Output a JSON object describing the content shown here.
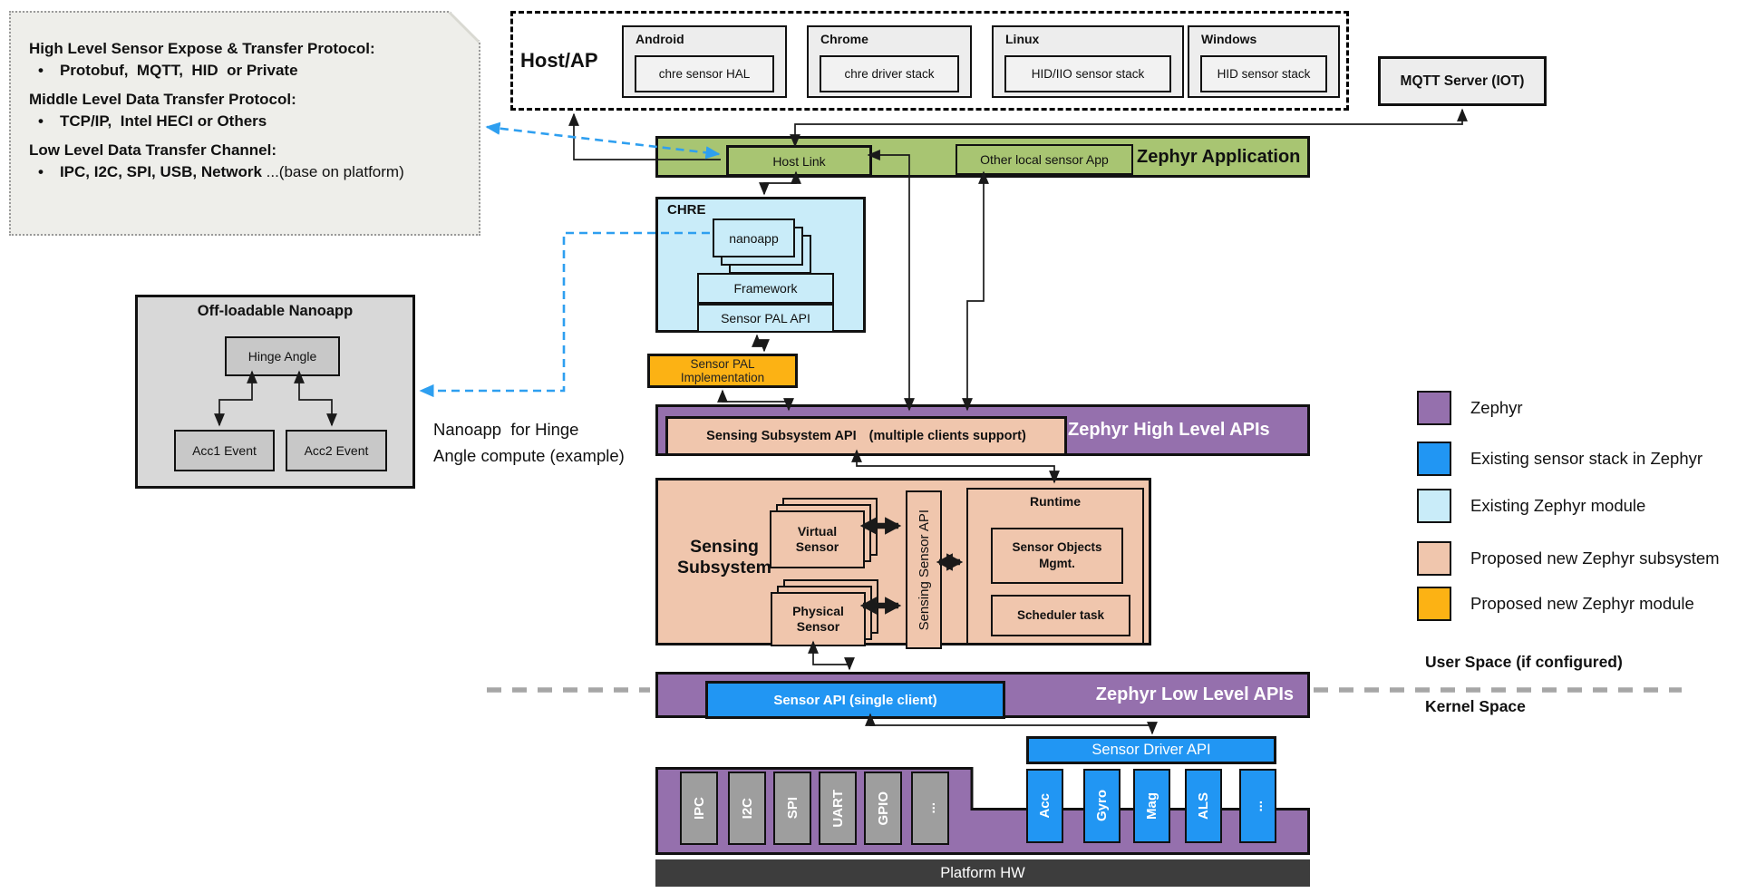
{
  "note": {
    "items": [
      {
        "title": "High Level Sensor Expose & Transfer Protocol:",
        "bullet": "Protobuf,  MQTT,  HID  or Private",
        "suffix": ""
      },
      {
        "title": "Middle Level Data Transfer Protocol:",
        "bullet": "TCP/IP,  Intel HECI or Others",
        "suffix": ""
      },
      {
        "title": "Low  Level Data Transfer Channel:",
        "bullet": "IPC, I2C, SPI, USB, Network",
        "suffix": " ...(base on platform)"
      }
    ]
  },
  "host_ap": {
    "label": "Host/AP",
    "os": [
      {
        "name": "Android",
        "stack": "chre sensor HAL"
      },
      {
        "name": "Chrome",
        "stack": "chre driver stack"
      },
      {
        "name": "Linux",
        "stack": "HID/IIO sensor stack"
      },
      {
        "name": "Windows",
        "stack": "HID sensor stack"
      }
    ]
  },
  "mqtt": {
    "label": "MQTT Server (IOT)"
  },
  "zephyr_app": {
    "bar_label": "Zephyr Application",
    "host_link": "Host Link",
    "other_app": "Other local sensor App"
  },
  "chre": {
    "title": "CHRE",
    "nanoapp": "nanoapp",
    "framework": "Framework",
    "sensor_pal_api": "Sensor PAL API"
  },
  "pal_impl": {
    "label": "Sensor PAL Implementation"
  },
  "high_api": {
    "bar_label": "Zephyr High Level APIs",
    "api_label": "Sensing Subsystem API",
    "api_note": "(multiple clients support)"
  },
  "sensing": {
    "title": "Sensing\nSubsystem",
    "virtual_sensor": "Virtual\nSensor",
    "physical_sensor": "Physical\nSensor",
    "sensor_api": "Sensing Sensor API",
    "runtime": "Runtime",
    "objects_mgmt": "Sensor Objects\nMgmt.",
    "scheduler": "Scheduler task"
  },
  "low_api": {
    "bar_label": "Zephyr Low Level APIs",
    "api_label": "Sensor API (single client)"
  },
  "driver": {
    "label": "Sensor Driver API",
    "sensors": [
      "Acc",
      "Gyro",
      "Mag",
      "ALS",
      "..."
    ]
  },
  "interfaces": [
    "IPC",
    "I2C",
    "SPI",
    "UART",
    "GPIO",
    "..."
  ],
  "platform": {
    "label": "Platform HW"
  },
  "legend": {
    "items": [
      {
        "label": "Zephyr",
        "color": "#9570ad"
      },
      {
        "label": "Existing sensor stack in Zephyr",
        "color": "#2196f3"
      },
      {
        "label": "Existing Zephyr module",
        "color": "#c9ecf9"
      },
      {
        "label": "Proposed new Zephyr subsystem",
        "color": "#f0c6ad"
      },
      {
        "label": "Proposed new Zephyr module",
        "color": "#fcb214"
      }
    ]
  },
  "spaces": {
    "user": "User Space (if configured)",
    "kernel": "Kernel Space"
  },
  "nanoapp_example": {
    "box_title": "Off-loadable Nanoapp",
    "hinge": "Hinge Angle",
    "acc1": "Acc1 Event",
    "acc2": "Acc2 Event",
    "caption": "Nanoapp  for Hinge\nAngle compute (example)"
  }
}
